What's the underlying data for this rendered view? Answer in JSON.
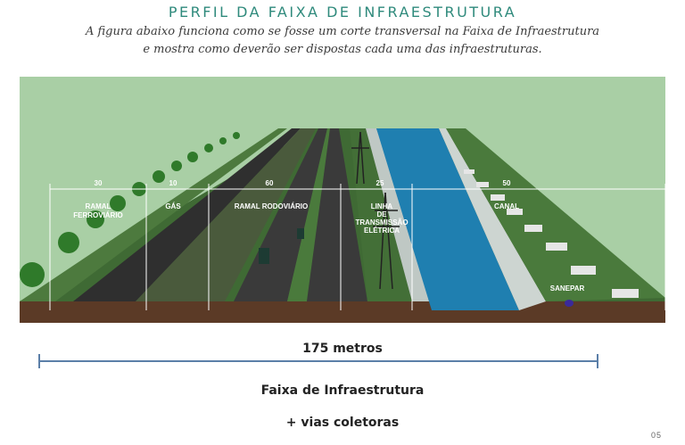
{
  "header": {
    "title": "PERFIL DA FAIXA DE INFRAESTRUTURA",
    "subtitle_line1": "A figura abaixo funciona como se fosse um corte transversal na Faixa de Infraestrutura",
    "subtitle_line2": "e mostra como deverão ser dispostas cada uma das infraestruturas."
  },
  "diagram": {
    "widths": [
      "30",
      "10",
      "60",
      "25",
      "50"
    ],
    "zones": {
      "rail_l1": "RAMAL",
      "rail_l2": "FERROVIÁRIO",
      "gas": "GÁS",
      "road": "RAMAL RODOVIÁRIO",
      "power_l1": "LINHA",
      "power_l2": "DE",
      "power_l3": "TRANSMISSÃO",
      "power_l4": "ELÉTRICA",
      "canal": "CANAL",
      "sanepar": "SANEPAR"
    },
    "colors": {
      "sky": "#a9cfa5",
      "grass": "#3f6a34",
      "water": "#1f7fb0",
      "soil": "#5b3a26"
    }
  },
  "footer": {
    "total_width": "175 metros",
    "caption_line1": "Faixa de Infraestrutura",
    "caption_line2": "+ vias coletoras",
    "page_number": "05"
  }
}
